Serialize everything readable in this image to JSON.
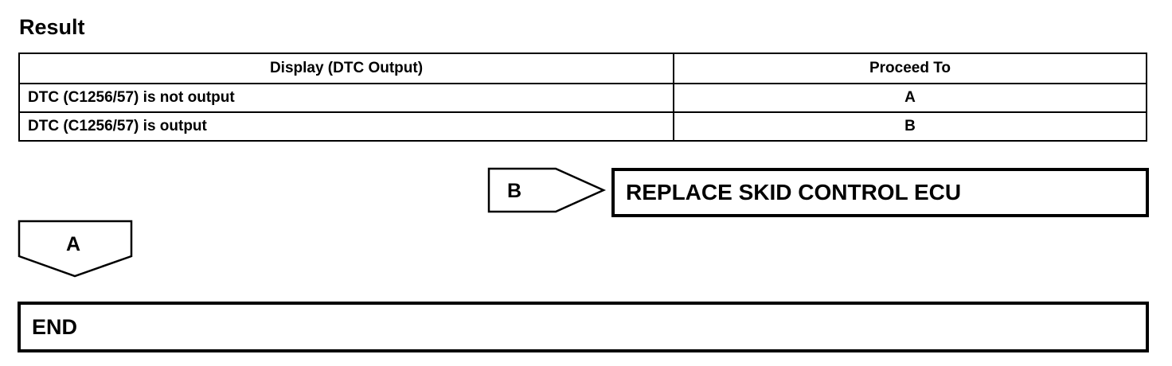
{
  "section_title": "Result",
  "table": {
    "headers": [
      "Display (DTC Output)",
      "Proceed To"
    ],
    "rows": [
      [
        "DTC (C1256/57) is not output",
        "A"
      ],
      [
        "DTC (C1256/57) is output",
        "B"
      ]
    ]
  },
  "flow": {
    "branch_b_label": "B",
    "branch_b_action": "REPLACE SKID CONTROL ECU",
    "branch_a_label": "A",
    "end_label": "END"
  }
}
